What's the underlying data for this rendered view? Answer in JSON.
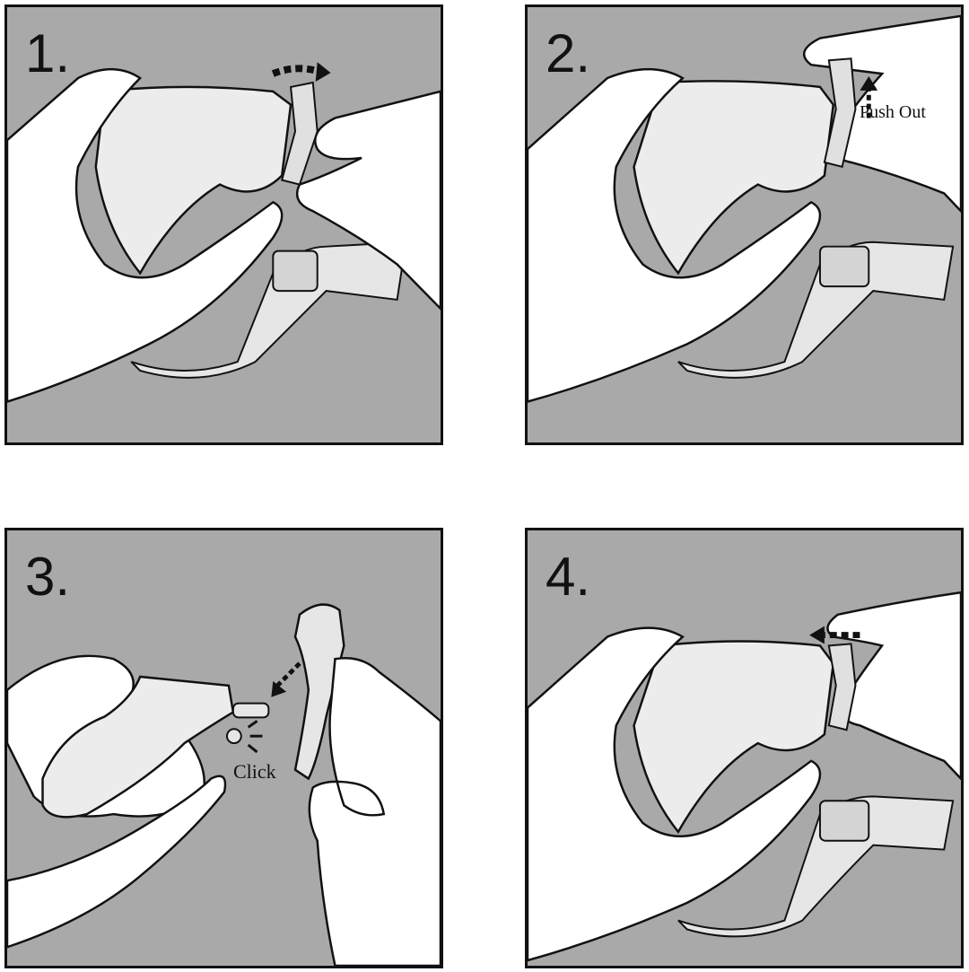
{
  "panels": [
    {
      "number": "1."
    },
    {
      "number": "2.",
      "label": "Push Out"
    },
    {
      "number": "3.",
      "label": "Click"
    },
    {
      "number": "4."
    }
  ],
  "colors": {
    "background": "#a9a9a9",
    "border": "#111111",
    "ink": "#111111",
    "paper": "#ffffff"
  }
}
